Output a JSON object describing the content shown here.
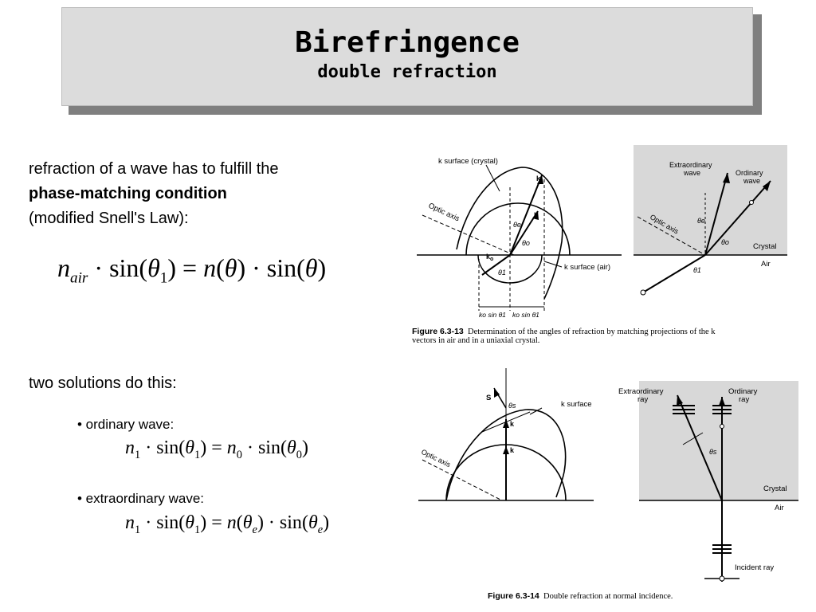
{
  "title": {
    "main": "Birefringence",
    "sub": "double refraction"
  },
  "intro": {
    "line1": "refraction of a wave has to fulfill the",
    "line2_bold": "phase-matching condition",
    "line3": "(modified Snell's Law):"
  },
  "equation_main": {
    "lhs_symbol": "n",
    "lhs_sub": "air",
    "sin1": "sin",
    "theta1": "θ",
    "theta1_sub": "1",
    "rhs_symbol": "n",
    "theta": "θ",
    "sin2": "sin"
  },
  "solutions_heading": "two solutions do this:",
  "ordinary": {
    "bullet": "• ordinary wave:",
    "n1": "n",
    "n1_sub": "1",
    "sin": "sin",
    "theta": "θ",
    "theta_sub1": "1",
    "n0": "n",
    "n0_sub": "0",
    "theta0_sub": "0"
  },
  "extraordinary": {
    "bullet": "• extraordinary wave:",
    "n1": "n",
    "n1_sub": "1",
    "sin": "sin",
    "theta": "θ",
    "theta_sub1": "1",
    "ne": "n",
    "e_sub": "e"
  },
  "figure1": {
    "left": {
      "k_surface_crystal": "k surface (crystal)",
      "optic_axis": "Optic axis",
      "k_surface_air": "k surface (air)",
      "k": "k",
      "ko": "k",
      "ko_sub": "o",
      "theta_e": "θe",
      "theta_o": "θo",
      "theta_1": "θ1",
      "proj1": "ko sin θ1",
      "proj2": "ko sin θ1"
    },
    "right": {
      "extraordinary_wave": [
        "Extraordinary",
        "wave"
      ],
      "ordinary_wave": [
        "Ordinary",
        "wave"
      ],
      "optic_axis": "Optic axis",
      "theta_e": "θe",
      "theta_o": "θo",
      "theta_1": "θ1",
      "crystal": "Crystal",
      "air": "Air"
    },
    "caption_label": "Figure 6.3-13",
    "caption_text": "Determination of the angles of refraction by matching projections of the k",
    "caption_text2": "vectors in air and in a uniaxial crystal."
  },
  "figure2": {
    "left": {
      "s": "S",
      "theta_s": "θs",
      "k_surface": "k surface",
      "k1": "k",
      "k2": "k",
      "optic_axis": "Optic axis"
    },
    "right": {
      "extraordinary_ray": [
        "Extraordinary",
        "ray"
      ],
      "ordinary_ray": [
        "Ordinary",
        "ray"
      ],
      "theta_s": "θs",
      "crystal": "Crystal",
      "air": "Air",
      "incident_ray": "Incident ray"
    },
    "caption_label": "Figure 6.3-14",
    "caption_text": "Double refraction at normal incidence."
  }
}
